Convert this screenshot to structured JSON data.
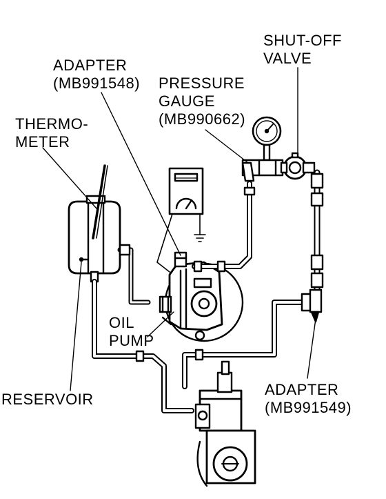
{
  "labels": {
    "adapter_top": {
      "line1": "ADAPTER",
      "line2": "(MB991548)"
    },
    "pressure_gauge": {
      "line1": "PRESSURE",
      "line2": "GAUGE",
      "line3": "(MB990662)"
    },
    "shut_off_valve": {
      "line1": "SHUT-OFF",
      "line2": "VALVE"
    },
    "thermometer": {
      "line1": "THERMO-",
      "line2": "METER"
    },
    "oil_pump": {
      "line1": "OIL",
      "line2": "PUMP"
    },
    "reservoir": "RESERVOIR",
    "adapter_bottom": {
      "line1": "ADAPTER",
      "line2": "(MB991549)"
    }
  },
  "colors": {
    "ink": "#000000",
    "paper": "#ffffff"
  }
}
